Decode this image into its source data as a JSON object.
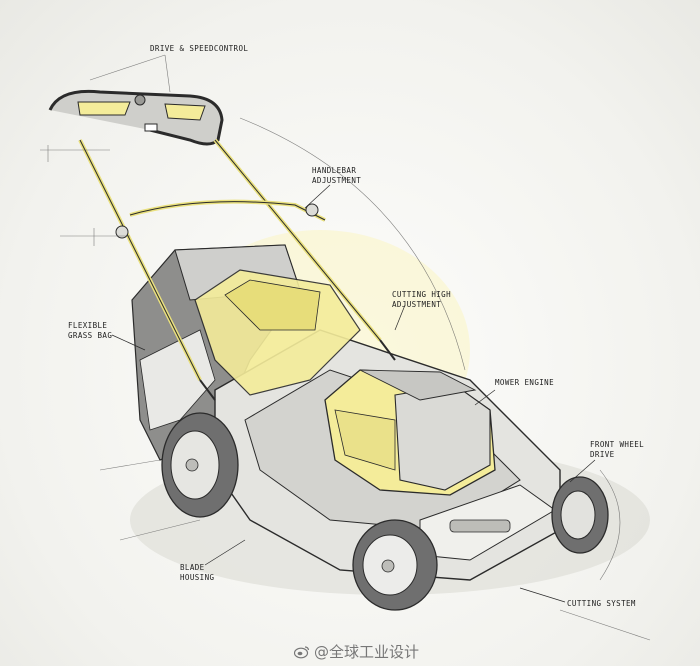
{
  "labels": {
    "drive_speed": "DRIVE & SPEEDCONTROL",
    "handlebar_1": "HANDLEBAR",
    "handlebar_2": "ADJUSTMENT",
    "cutting_high_1": "CUTTING HIGH",
    "cutting_high_2": "ADJUSTMENT",
    "grass_bag_1": "FLEXIBLE",
    "grass_bag_2": "GRASS BAG",
    "mower_engine": "MOWER ENGINE",
    "front_wheel_1": "FRONT WHEEL",
    "front_wheel_2": "DRIVE",
    "blade_1": "BLADE",
    "blade_2": "HOUSING",
    "cutting_system": "CUTTING SYSTEM"
  },
  "watermark": "@全球工业设计",
  "colors": {
    "accent_yellow": "#f4ec9a",
    "line": "#2b2b2b",
    "wheel_gray": "#6f6f6f",
    "background": "#f6f6f3"
  }
}
